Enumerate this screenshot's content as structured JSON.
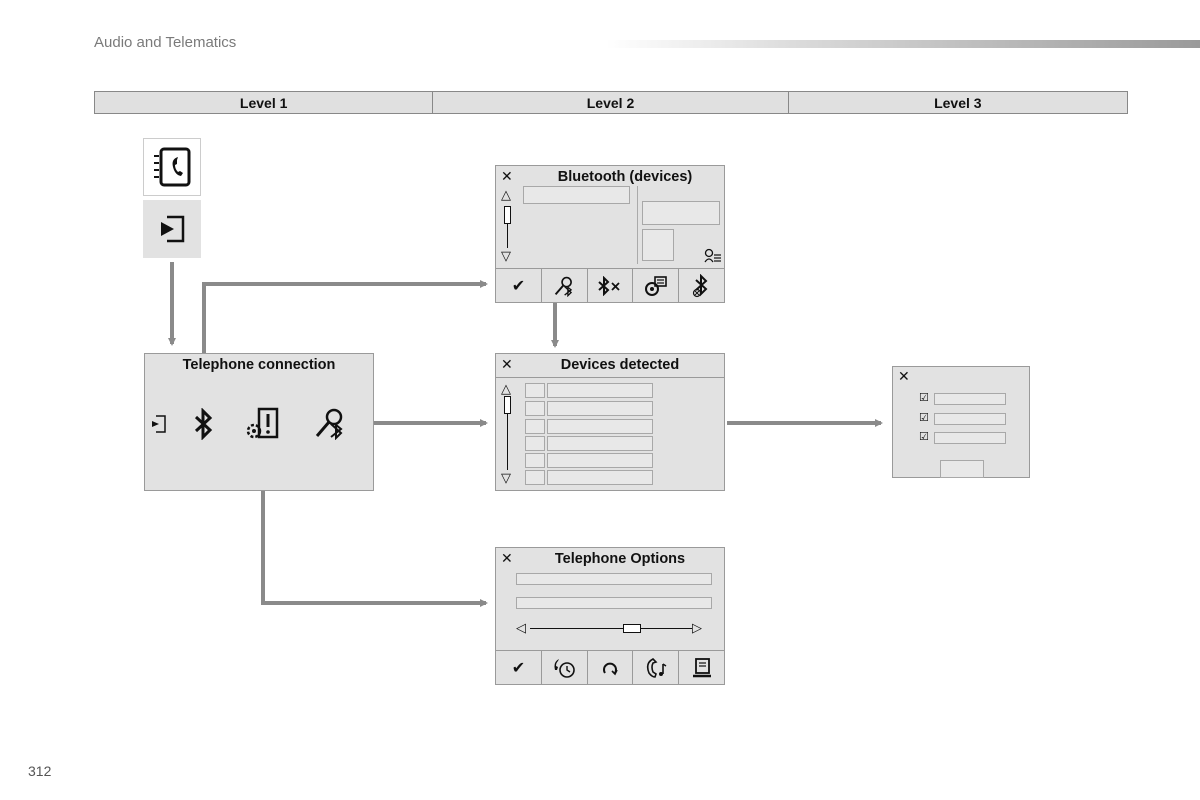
{
  "header": {
    "title": "Audio and Telematics"
  },
  "levels": [
    "Level 1",
    "Level 2",
    "Level 3"
  ],
  "panels": {
    "telephone_connection": {
      "title": "Telephone connection"
    },
    "bluetooth_devices": {
      "title": "Bluetooth (devices)"
    },
    "devices_detected": {
      "title": "Devices detected"
    },
    "telephone_options": {
      "title": "Telephone Options"
    }
  },
  "icons": {
    "close": "✕",
    "check": "✔",
    "triangle_up": "△",
    "triangle_down": "▽",
    "triangle_left": "◁",
    "triangle_right": "▷",
    "checkbox": "☑"
  },
  "colors": {
    "arrow": "#8a8a8a",
    "panel": "#e2e2e2",
    "border": "#9a9a9a"
  },
  "page_number": "312"
}
